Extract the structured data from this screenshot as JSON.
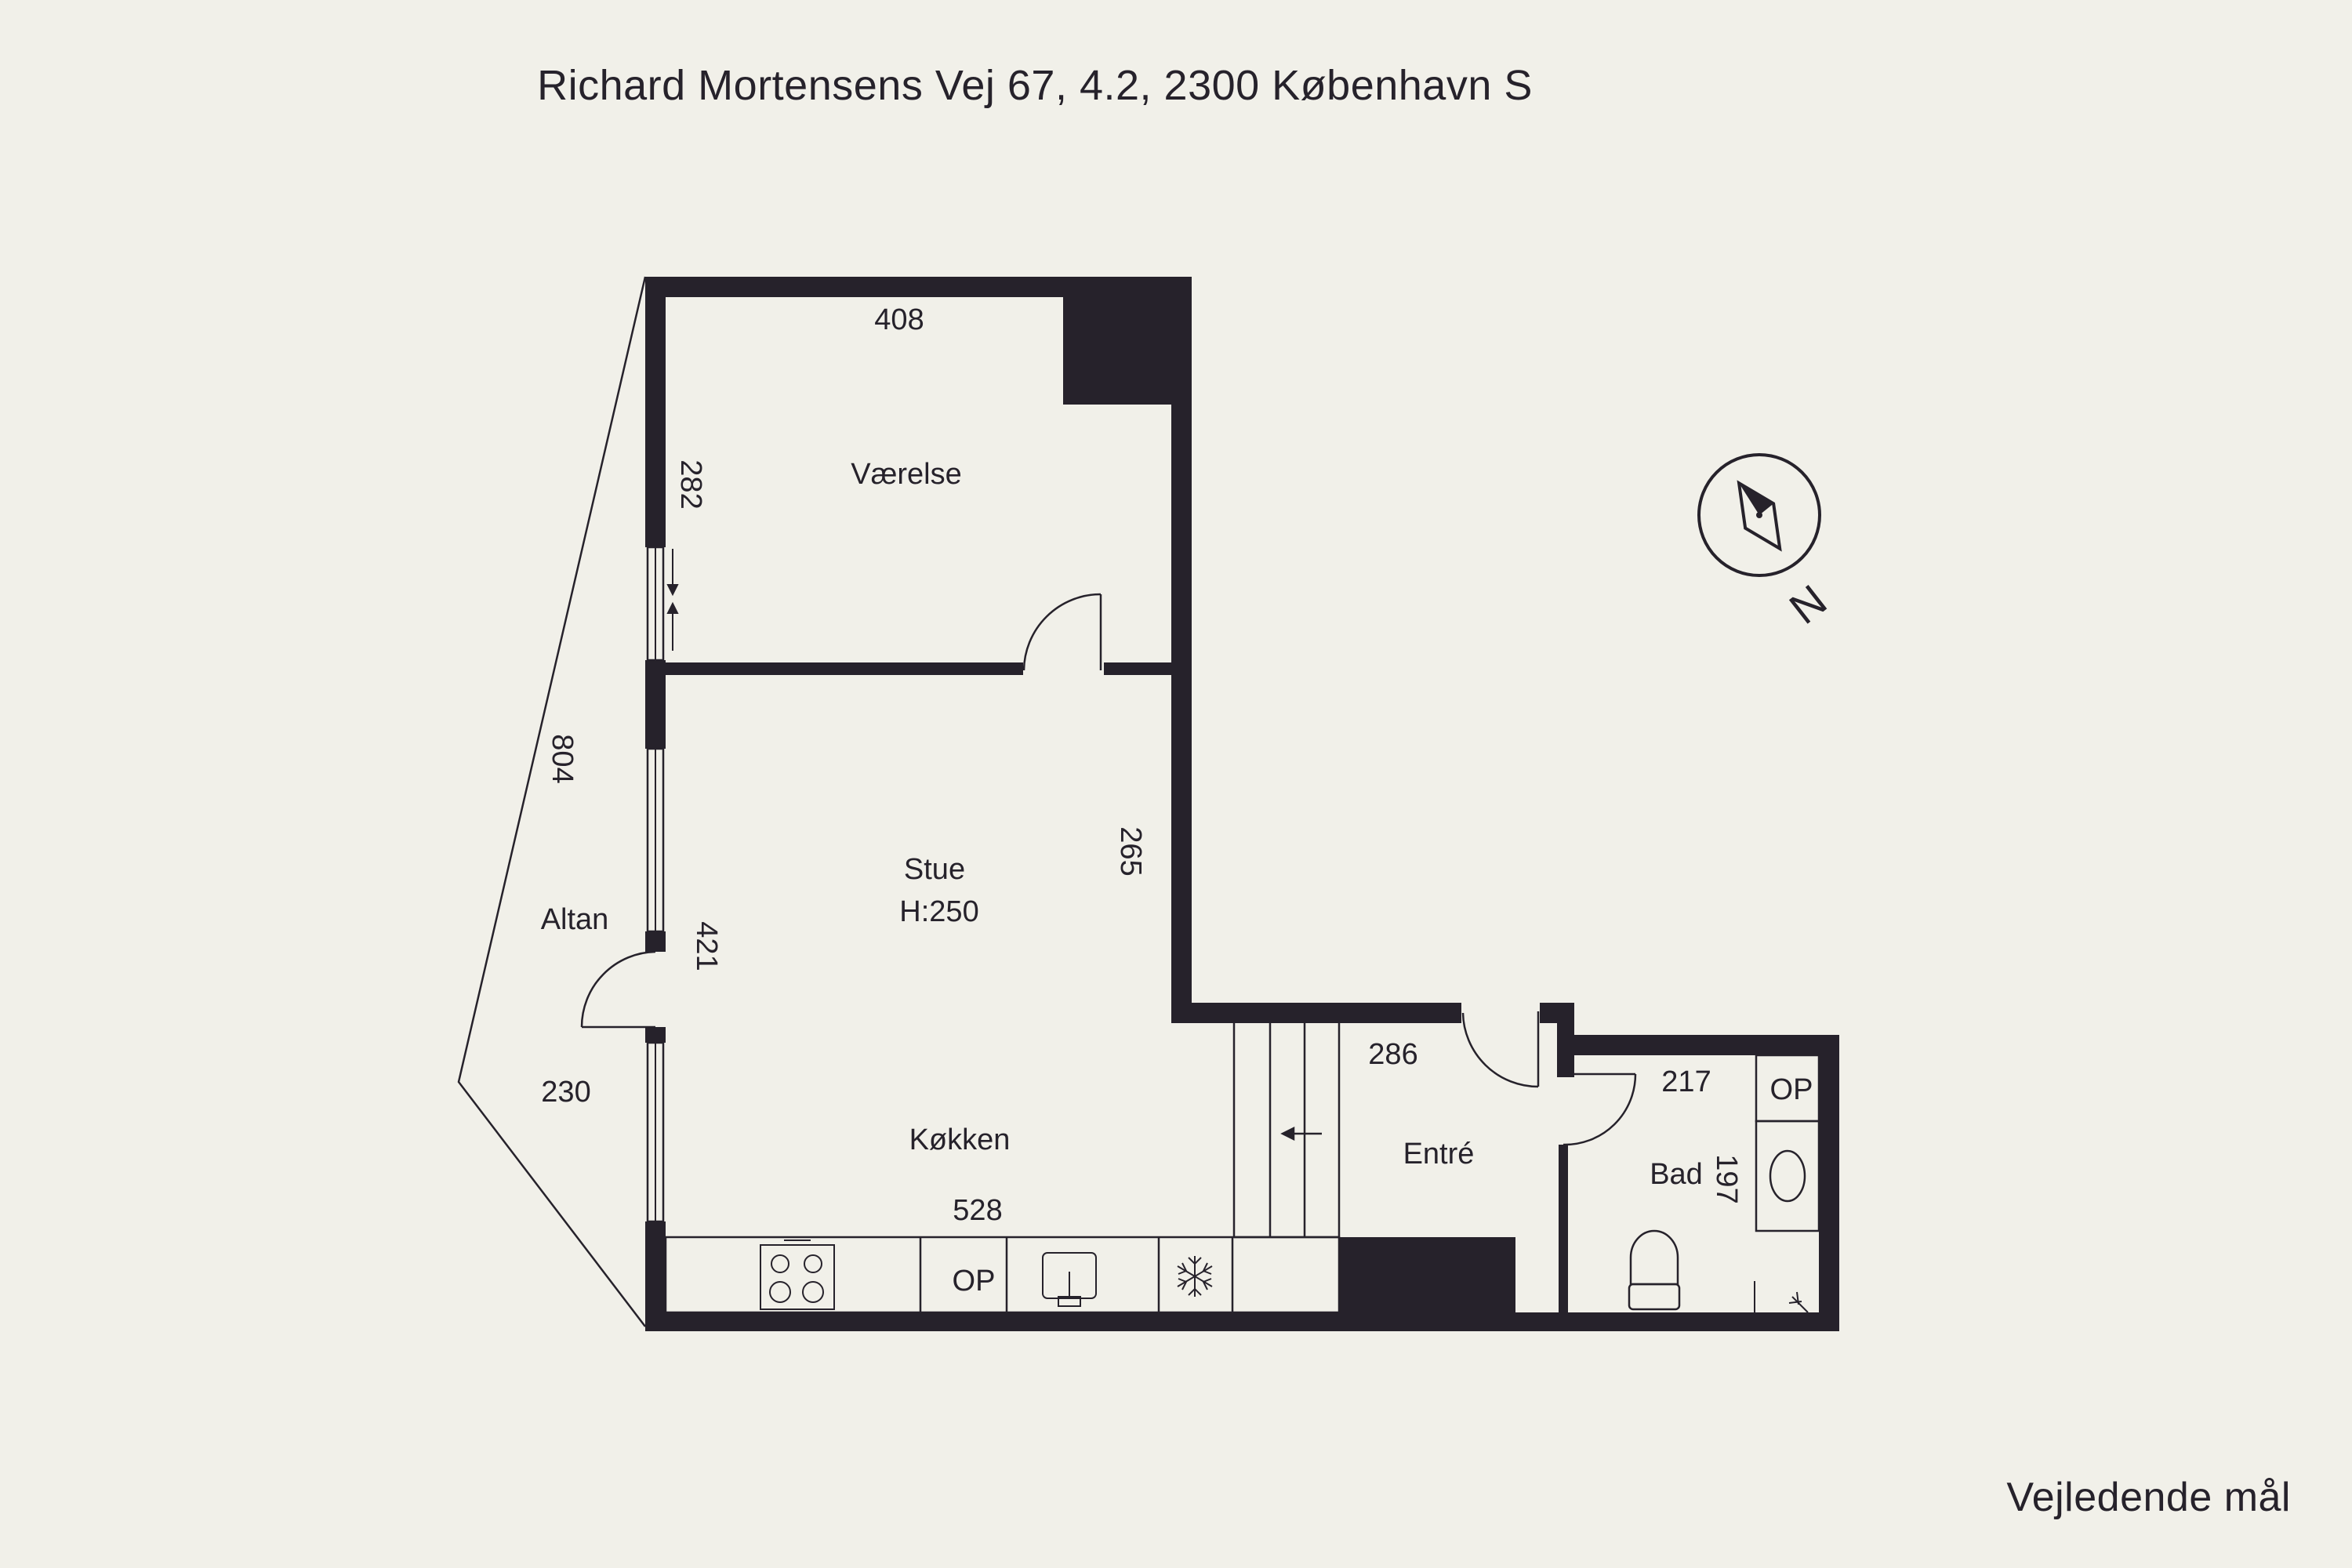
{
  "header": {
    "address": "Richard Mortensens Vej 67, 4.2, 2300 København S"
  },
  "footer": {
    "disclaimer": "Vejledende mål"
  },
  "rooms": {
    "vaerelse": "Værelse",
    "stue": "Stue",
    "stue_height": "H:250",
    "kokken": "Køkken",
    "altan": "Altan",
    "entre": "Entré",
    "bad": "Bad",
    "op_kitchen": "OP",
    "op_bath": "OP"
  },
  "dimensions": {
    "vaerelse_width": "408",
    "vaerelse_depth": "282",
    "stue_right": "265",
    "stue_left": "421",
    "kokken_width": "528",
    "altan_length": "804",
    "altan_width": "230",
    "entre_width": "286",
    "bad_width": "217",
    "bad_depth": "197"
  },
  "compass": {
    "north_label": "N"
  },
  "colors": {
    "background": "#f1f0e9",
    "wall": "#26222b"
  }
}
